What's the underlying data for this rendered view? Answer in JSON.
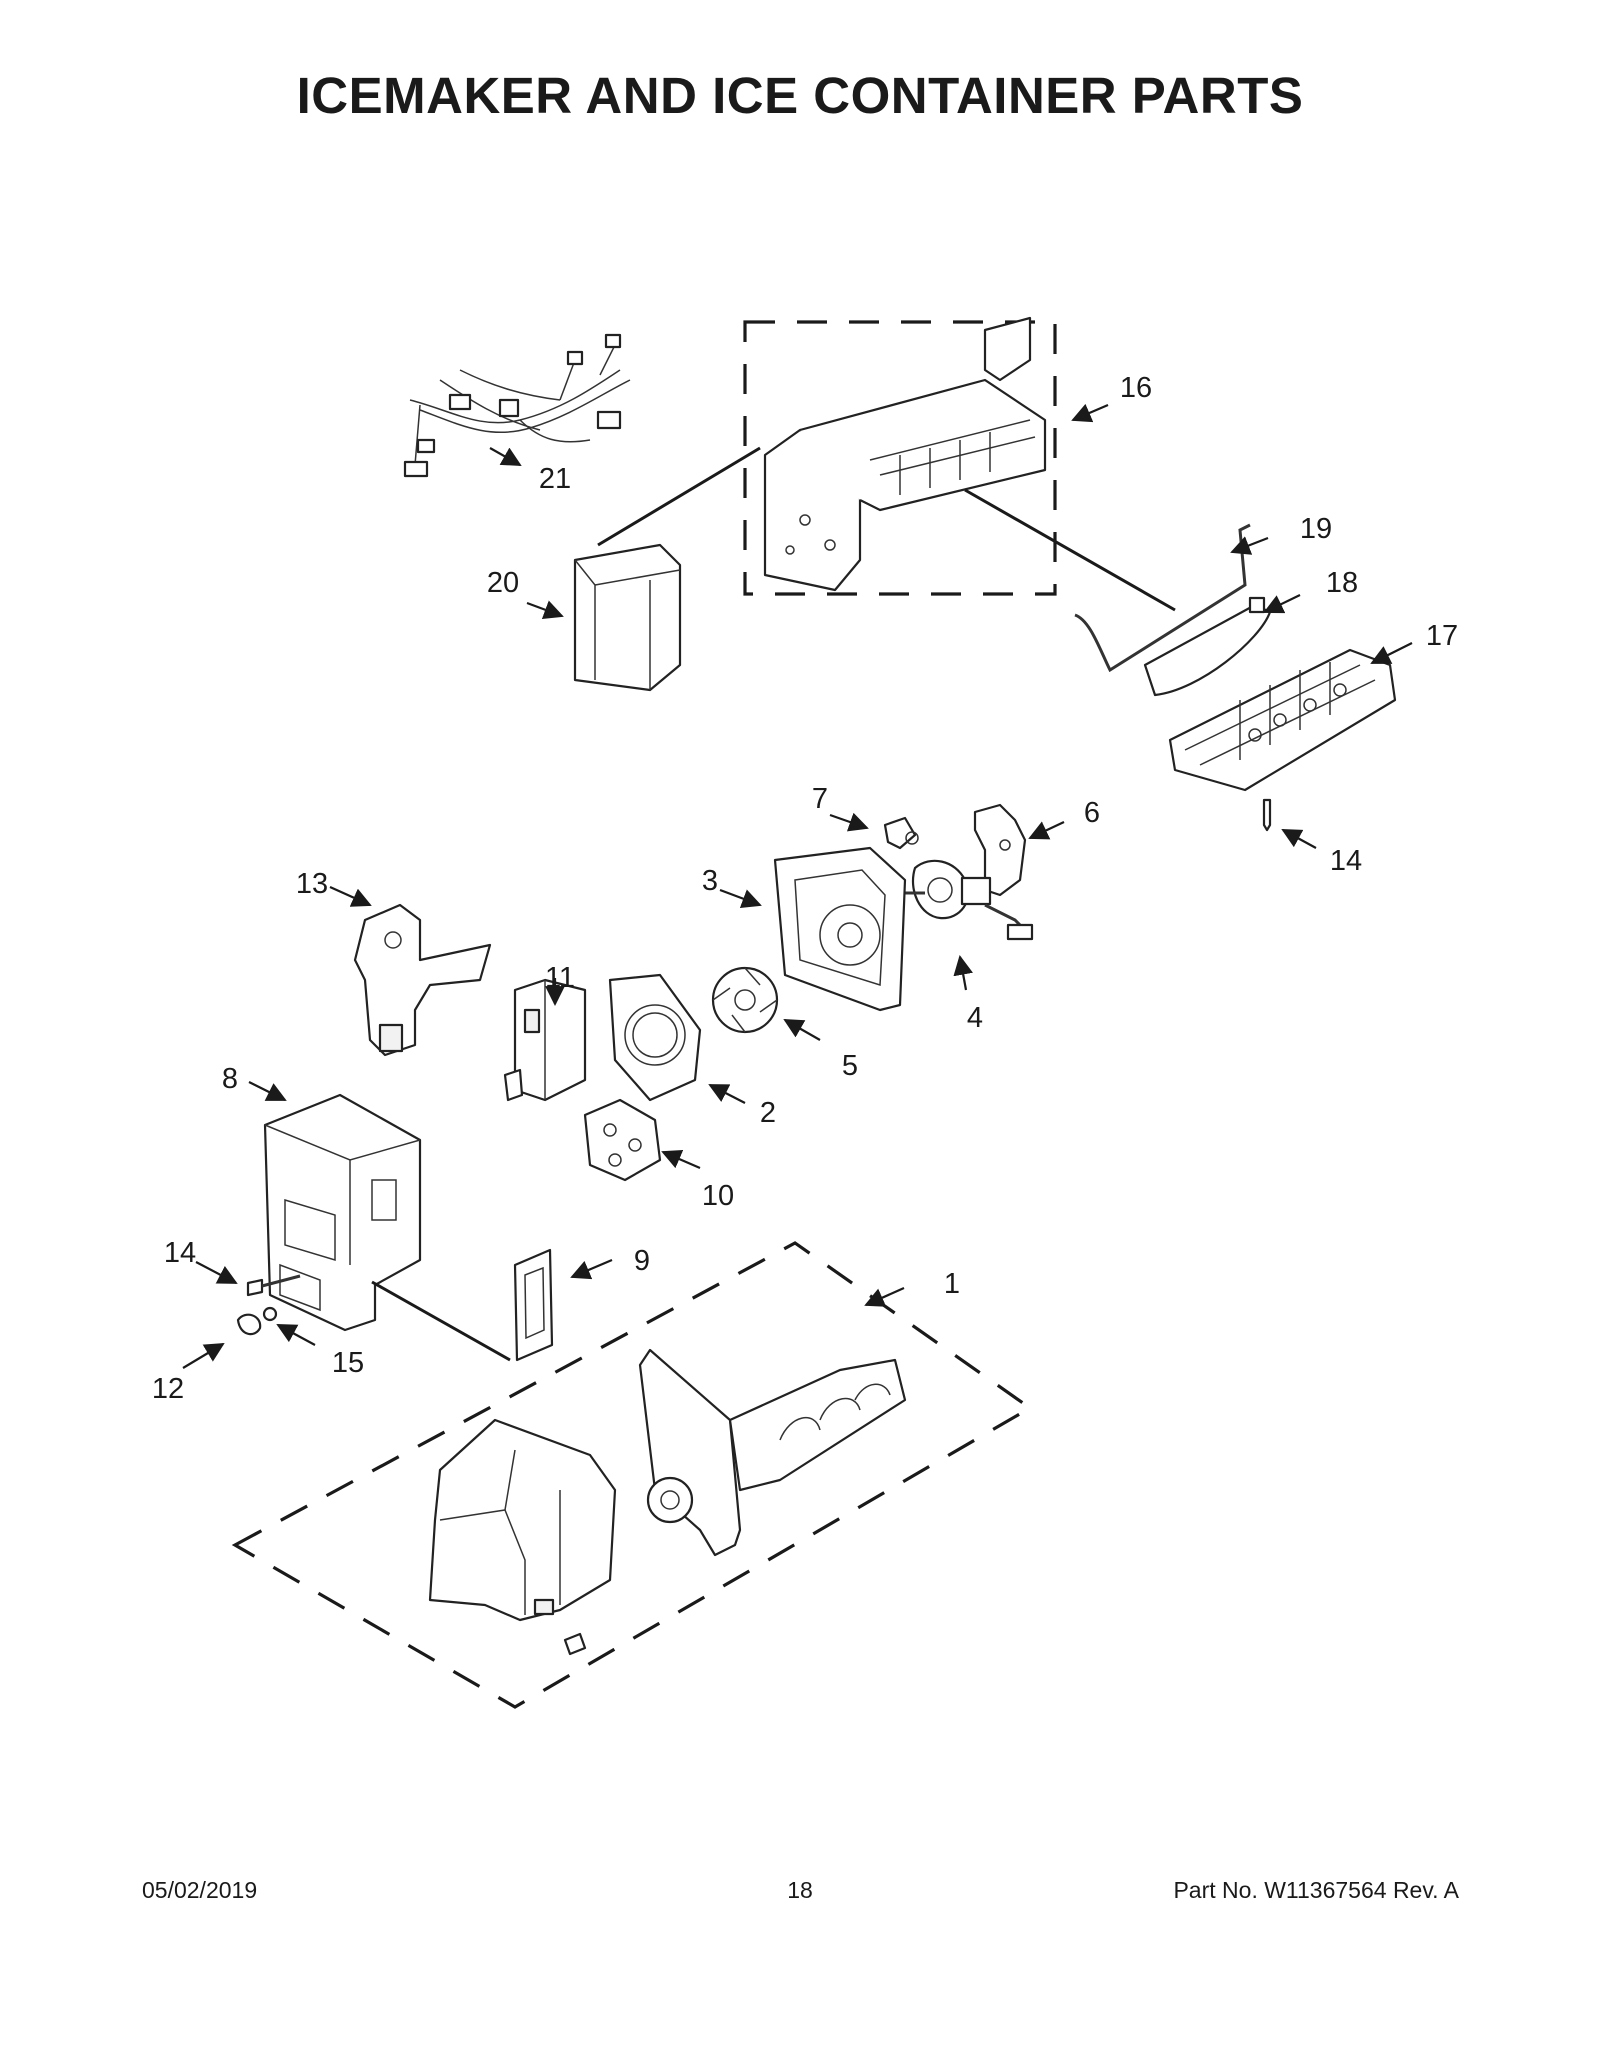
{
  "title": "ICEMAKER AND ICE CONTAINER PARTS",
  "footer": {
    "date": "05/02/2019",
    "page": "18",
    "part_no": "Part No.  W11367564  Rev.  A"
  },
  "callouts": {
    "c1": "1",
    "c2": "2",
    "c3": "3",
    "c4": "4",
    "c5": "5",
    "c6": "6",
    "c7": "7",
    "c8": "8",
    "c9": "9",
    "c10": "10",
    "c11": "11",
    "c12": "12",
    "c13": "13",
    "c14a": "14",
    "c14b": "14",
    "c15": "15",
    "c16": "16",
    "c17": "17",
    "c18": "18",
    "c19": "19",
    "c20": "20",
    "c21": "21"
  }
}
